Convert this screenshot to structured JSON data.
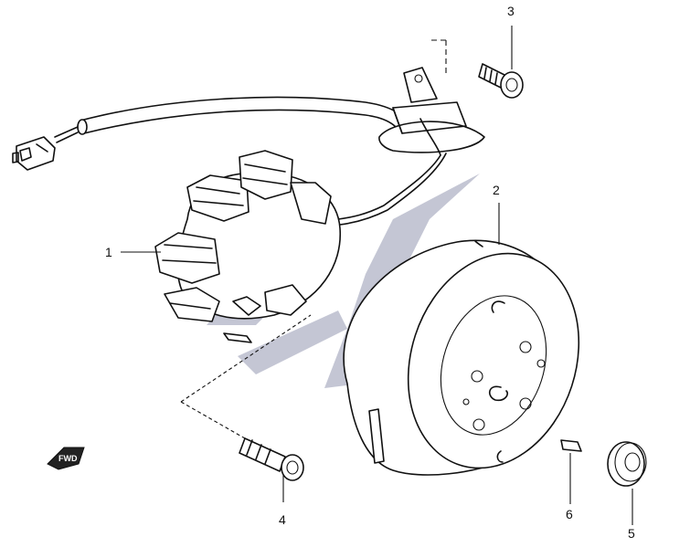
{
  "callouts": [
    {
      "number": "1",
      "part": "stator"
    },
    {
      "number": "2",
      "part": "rotor"
    },
    {
      "number": "3",
      "part": "bolt"
    },
    {
      "number": "4",
      "part": "bolt"
    },
    {
      "number": "5",
      "part": "nut"
    },
    {
      "number": "6",
      "part": "key"
    }
  ],
  "direction_indicator": {
    "label": "FWD"
  },
  "colors": {
    "line": "#111111",
    "watermark": "#c4c6d4",
    "background": "#ffffff"
  }
}
